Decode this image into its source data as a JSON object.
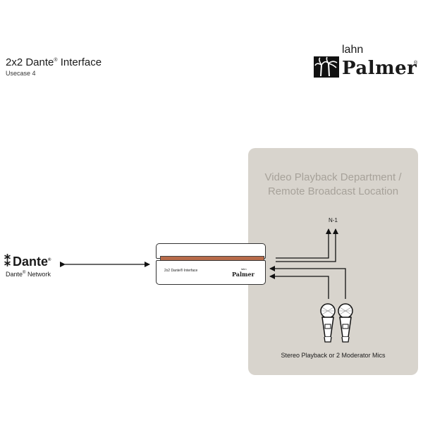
{
  "header": {
    "title": "2x2 Dante",
    "title_reg": "®",
    "title_suffix": " Interface",
    "subtitle": "Usecase 4"
  },
  "logo": {
    "small": "lahn",
    "big": "Palmer",
    "reg": "®"
  },
  "zone": {
    "title_line1": "Video Playback Department /",
    "title_line2": "Remote Broadcast Location"
  },
  "dante": {
    "logo_text": "Dante",
    "logo_reg": "®",
    "network_prefix": "Dante",
    "network_reg": "®",
    "network_suffix": " Network"
  },
  "device": {
    "label": "2x2 Dante® Interface",
    "brand_small": "lahn",
    "brand_big": "Palmer"
  },
  "signals": {
    "output_label": "N-1",
    "source_caption": "Stereo Playback or 2 Moderator Mics"
  },
  "colors": {
    "zone_bg": "#d8d4cd",
    "zone_title": "#a7a29a",
    "device_stripe": "#b86b4a"
  }
}
